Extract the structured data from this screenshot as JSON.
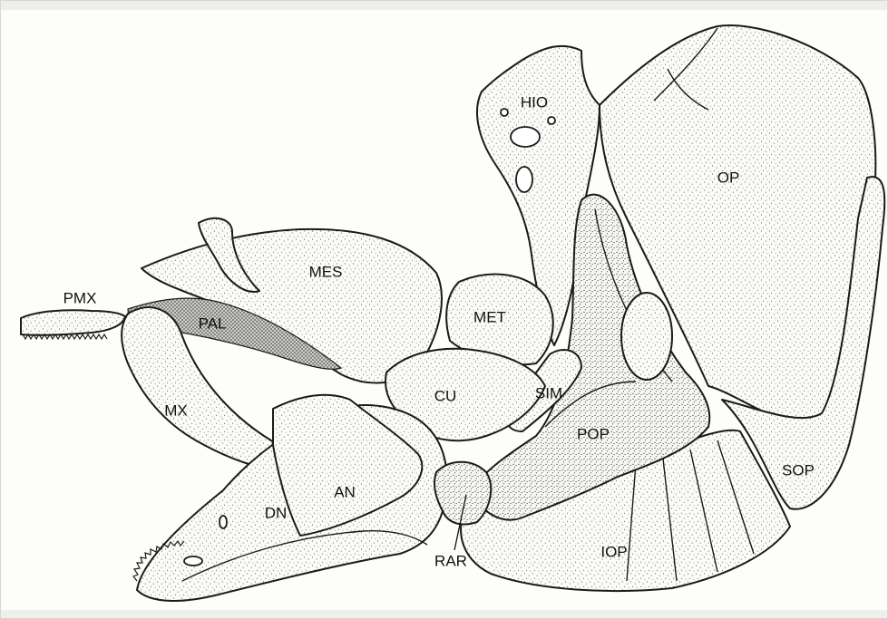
{
  "labels": {
    "hio": "HIO",
    "op": "OP",
    "mes": "MES",
    "pmx": "PMX",
    "pal": "PAL",
    "met": "MET",
    "mx": "MX",
    "cu": "CU",
    "sim": "SIM",
    "pop": "POP",
    "an": "AN",
    "dn": "DN",
    "sop": "SOP",
    "rar": "RAR",
    "iop": "IOP"
  }
}
